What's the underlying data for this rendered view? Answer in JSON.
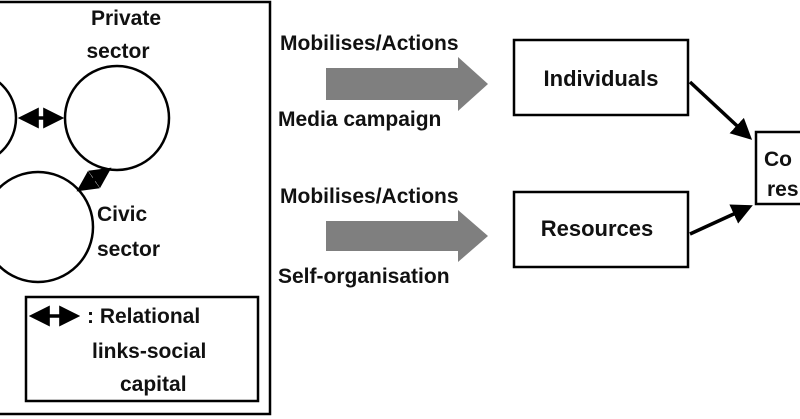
{
  "diagram": {
    "sectors": {
      "private_line1": "Private",
      "private_line2": "sector",
      "civic_line1": "Civic",
      "civic_line2": "sector"
    },
    "legend": {
      "line1": ": Relational",
      "line2": "links-social",
      "line3": "capital"
    },
    "top_flow": {
      "above": "Mobilises/Actions",
      "below": "Media campaign"
    },
    "bottom_flow": {
      "above": "Mobilises/Actions",
      "below": "Self-organisation"
    },
    "boxes": {
      "individuals": "Individuals",
      "resources": "Resources",
      "outcome_line1": "Co",
      "outcome_line2": "res"
    },
    "colors": {
      "stroke": "#000000",
      "flow_arrow": "#7f7f7f",
      "background": "#ffffff"
    }
  }
}
